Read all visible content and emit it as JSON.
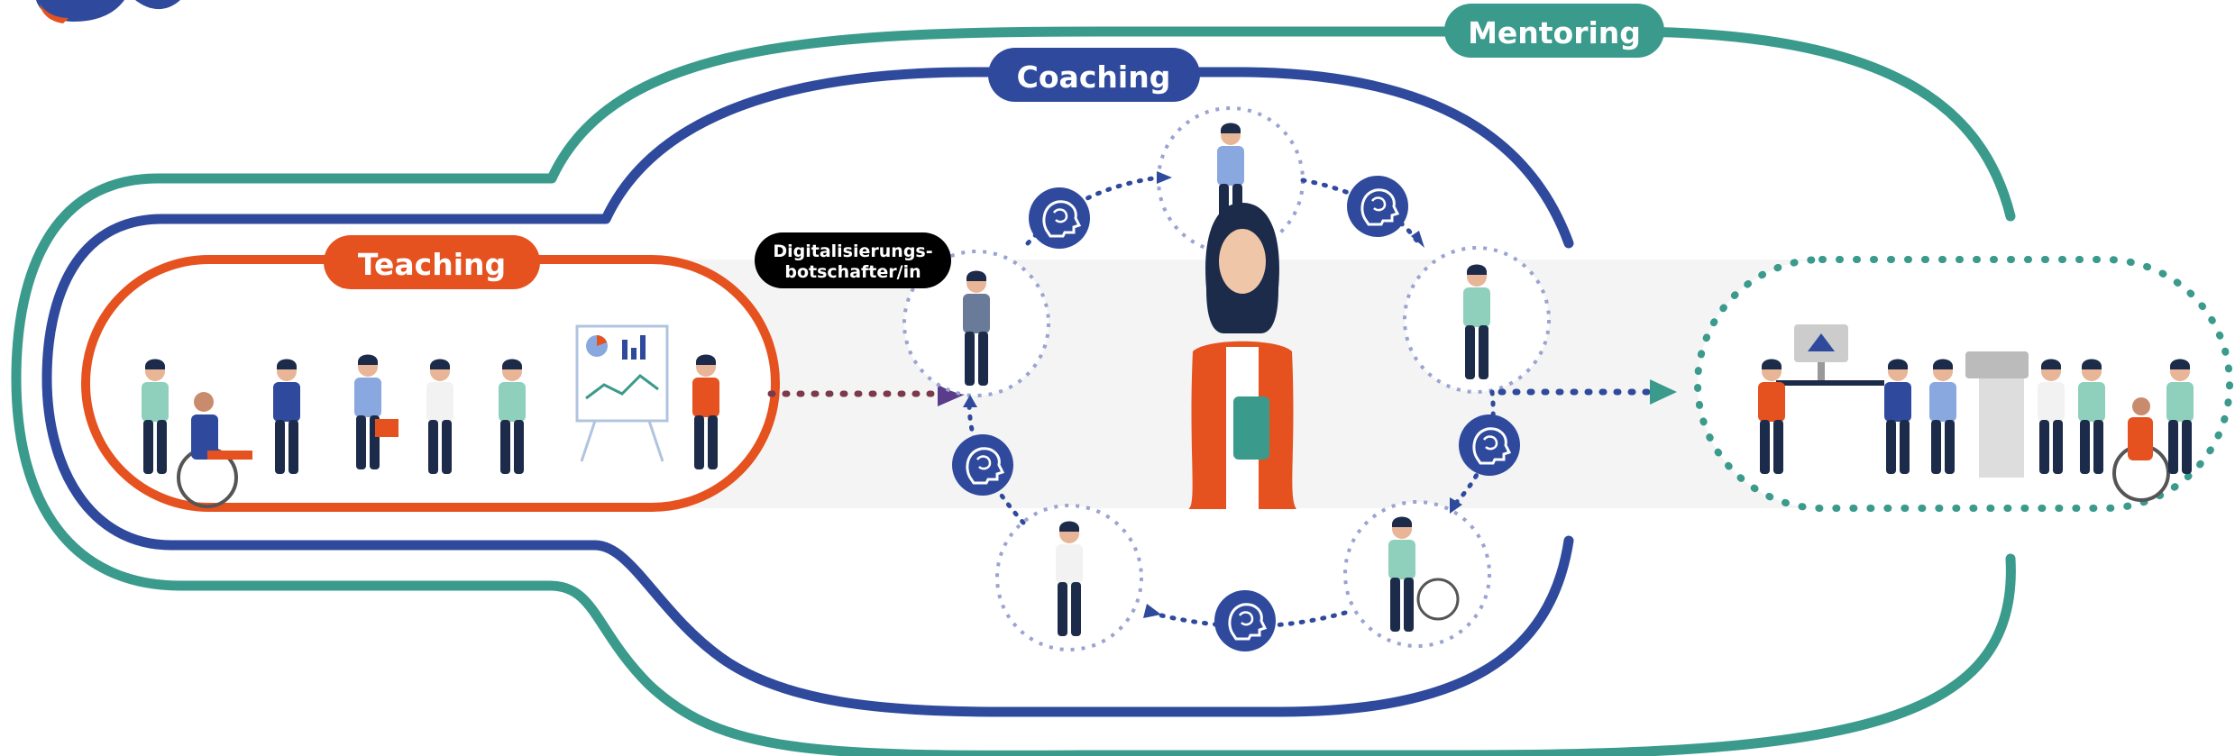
{
  "labels": {
    "mentoring": "Mentoring",
    "coaching": "Coaching",
    "teaching": "Teaching",
    "ambassador_line1": "Digitalisierungs-",
    "ambassador_line2": "botschafter/in"
  },
  "colors": {
    "mentoring_teal": "#3a9a8c",
    "coaching_blue": "#2f4a9c",
    "teaching_orange": "#e5521f",
    "ambassador_black": "#000000",
    "dotted_circle": "#9aa3d1",
    "arrow_purple": "#5a3d8a",
    "arrow_dots": "#7a3a4a",
    "band_grey": "#f2f2f2"
  },
  "icons": {
    "logo": "logo-partial-icon",
    "cycle_node": "head-brain-icon",
    "presentation_board": "flipchart-icon",
    "digital_workplace": "computer-desk-icon"
  }
}
